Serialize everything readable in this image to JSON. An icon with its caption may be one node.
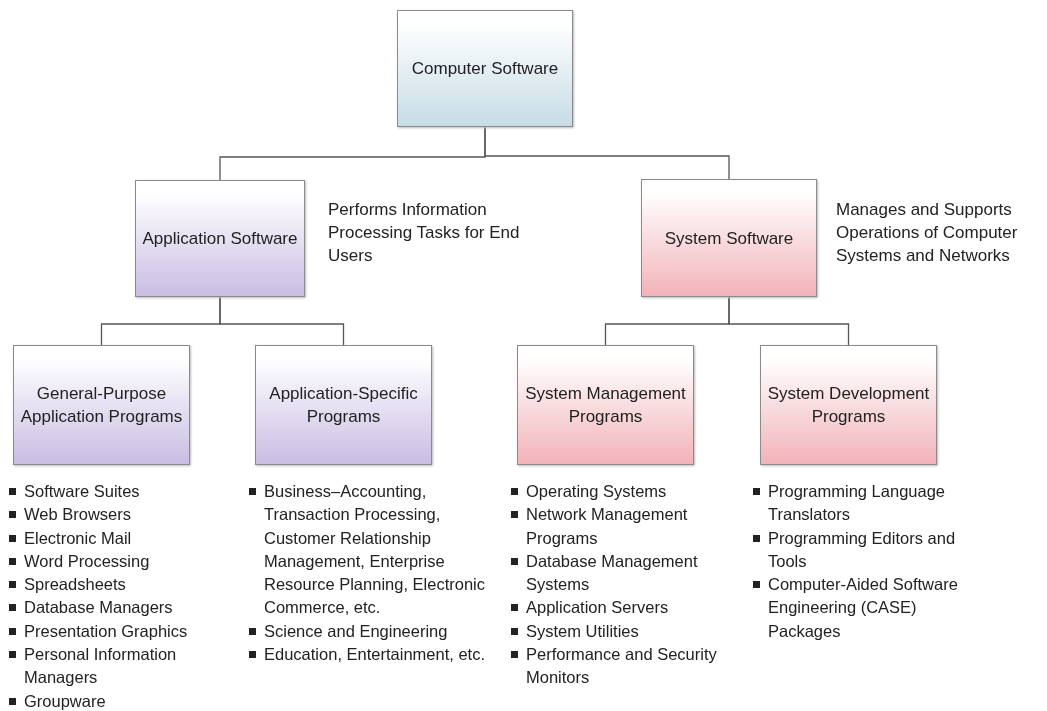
{
  "diagram": {
    "nodes": [
      {
        "text": [
          "Computer Software"
        ]
      },
      {
        "text": [
          "Application Software"
        ],
        "beside": [
          "Performs Information Processing Tasks for End Users"
        ]
      },
      {
        "text": [
          "System Software"
        ],
        "beside": [
          "Manages and Supports Operations of Computer Systems and Networks"
        ]
      },
      {
        "text": [
          "General-Purpose Application Programs"
        ],
        "beside": [
          "Software Suites",
          "Web Browsers",
          "Electronic Mail",
          "Word Processing",
          "Spreadsheets",
          "Database Managers",
          "Presentation Graphics",
          "Personal Information Managers",
          "Groupware"
        ]
      },
      {
        "text": [
          "Application-Specific Programs"
        ],
        "beside": [
          "Business–Accounting, Transaction Processing, Customer Relationship Management, Enterprise Resource Planning, Electronic Commerce, etc.",
          "Science and Engineering",
          "Education, Entertainment, etc."
        ]
      },
      {
        "text": [
          "System Management Programs"
        ],
        "beside": [
          "Operating Systems",
          "Network Management Programs",
          "Database Management Systems",
          "Application Servers",
          "System Utilities",
          "Performance and Security Monitors"
        ]
      },
      {
        "text": [
          "System Development Programs"
        ],
        "beside": [
          "Programming Language Translators",
          "Programming Editors and Tools",
          "Computer-Aided Software Engineering (CASE) Packages"
        ]
      }
    ],
    "edges": [
      {
        "from": 0,
        "to": 1,
        "arrow": "none"
      },
      {
        "from": 0,
        "to": 2,
        "arrow": "none"
      },
      {
        "from": 1,
        "to": 3,
        "arrow": "none"
      },
      {
        "from": 1,
        "to": 4,
        "arrow": "none"
      },
      {
        "from": 2,
        "to": 5,
        "arrow": "none"
      },
      {
        "from": 2,
        "to": 6,
        "arrow": "none"
      }
    ]
  }
}
